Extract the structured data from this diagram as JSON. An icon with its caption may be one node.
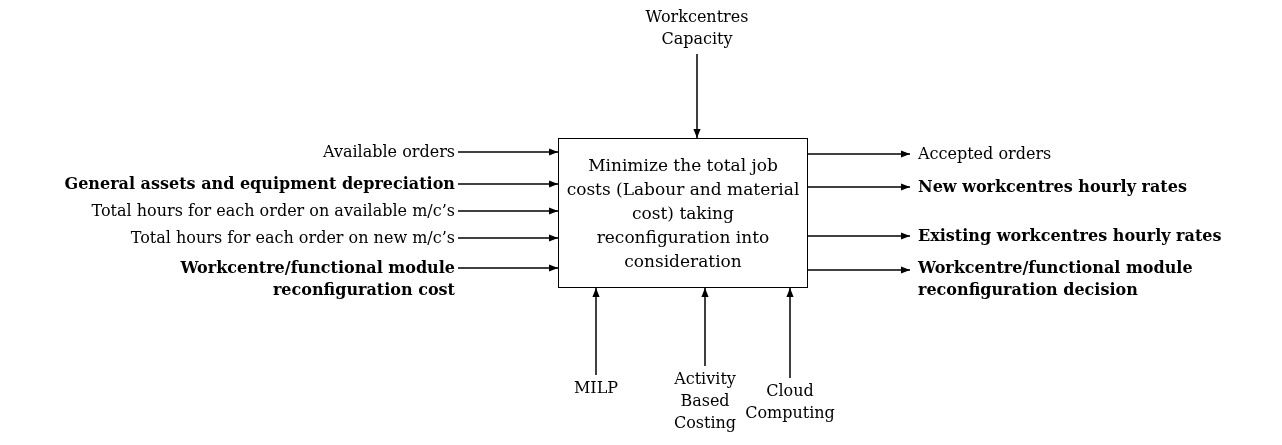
{
  "diagram": {
    "nodes": [
      {
        "text": [
          "Minimize the total job costs (Labour and material cost) taking reconfiguration into consideration"
        ]
      },
      {
        "text": [
          "Workcentres Capacity"
        ]
      },
      {
        "text": [
          "Available orders"
        ]
      },
      {
        "text": [
          "General assets and equipment depreciation"
        ]
      },
      {
        "text": [
          "Total hours for each order on available m/c’s"
        ]
      },
      {
        "text": [
          "Total hours for each order on new m/c’s"
        ]
      },
      {
        "text": [
          "Workcentre/functional module reconfiguration cost"
        ]
      },
      {
        "text": [
          "Accepted orders"
        ]
      },
      {
        "text": [
          "New workcentres hourly rates"
        ]
      },
      {
        "text": [
          "Existing workcentres hourly rates"
        ]
      },
      {
        "text": [
          "Workcentre/functional module reconfiguration decision"
        ]
      },
      {
        "text": [
          "MILP"
        ]
      },
      {
        "text": [
          "Activity Based Costing"
        ]
      },
      {
        "text": [
          "Cloud Computing"
        ]
      }
    ],
    "edges": [
      {
        "from": 1,
        "to": 0,
        "arrow": "to"
      },
      {
        "from": 2,
        "to": 0,
        "arrow": "to"
      },
      {
        "from": 3,
        "to": 0,
        "arrow": "to"
      },
      {
        "from": 4,
        "to": 0,
        "arrow": "to"
      },
      {
        "from": 5,
        "to": 0,
        "arrow": "to"
      },
      {
        "from": 6,
        "to": 0,
        "arrow": "to"
      },
      {
        "from": 0,
        "to": 7,
        "arrow": "to"
      },
      {
        "from": 0,
        "to": 8,
        "arrow": "to"
      },
      {
        "from": 0,
        "to": 9,
        "arrow": "to"
      },
      {
        "from": 0,
        "to": 10,
        "arrow": "to"
      },
      {
        "from": 11,
        "to": 0,
        "arrow": "to"
      },
      {
        "from": 12,
        "to": 0,
        "arrow": "to"
      },
      {
        "from": 13,
        "to": 0,
        "arrow": "to"
      }
    ]
  }
}
